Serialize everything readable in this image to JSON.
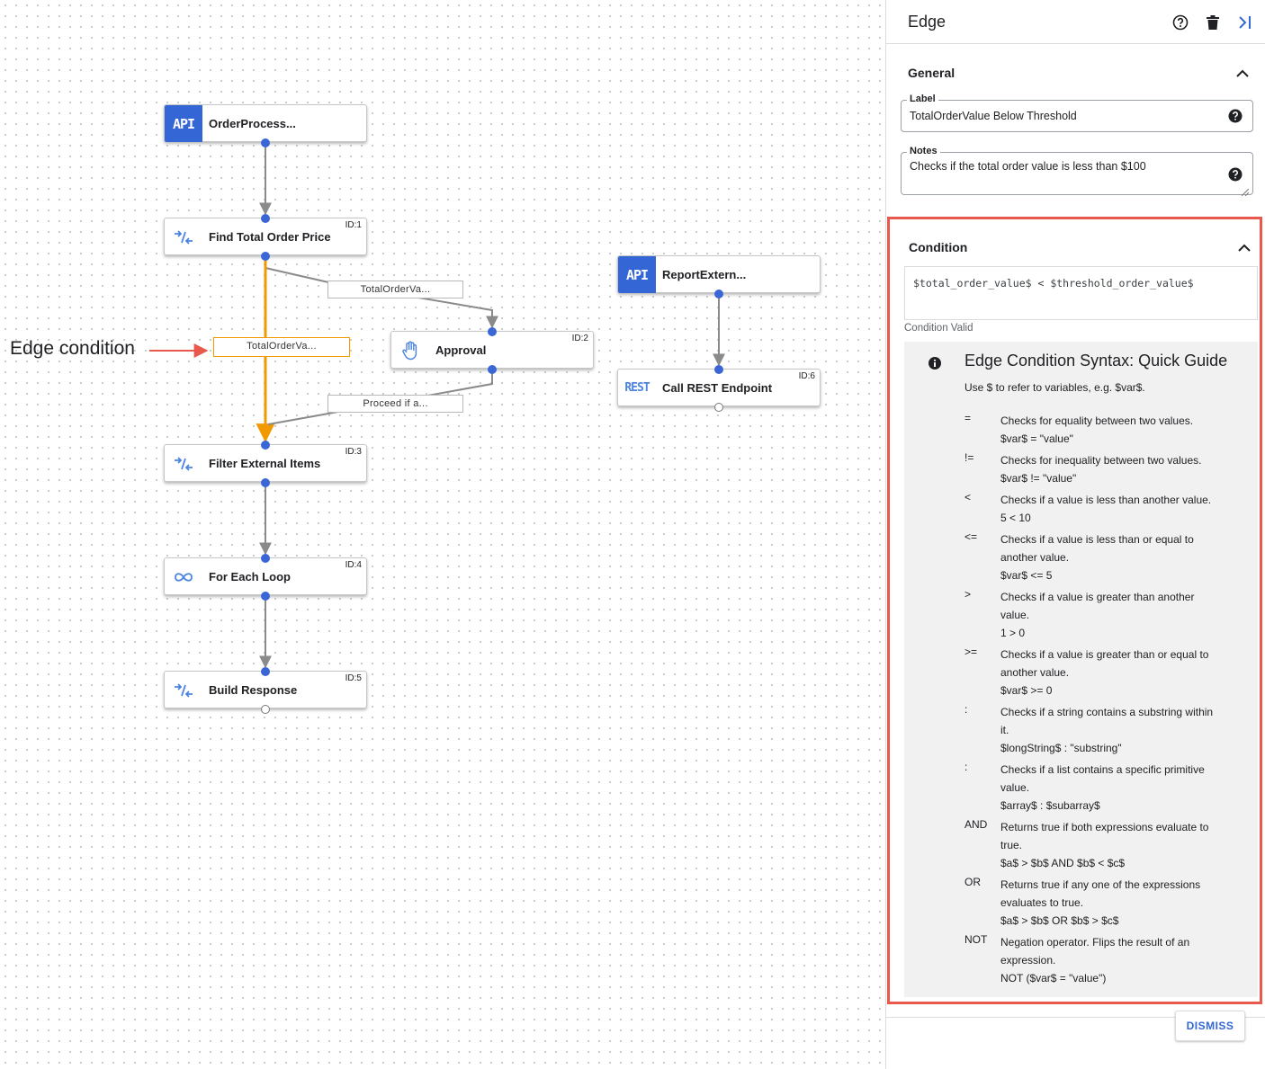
{
  "canvas": {
    "annotation": "Edge condition",
    "nodes": [
      {
        "key": "order",
        "title": "OrderProcess...",
        "id_label": "",
        "icon": "api-icon",
        "icon_text": "API"
      },
      {
        "key": "find",
        "title": "Find Total Order Price",
        "id_label": "ID:1",
        "icon": "data-mapping-icon"
      },
      {
        "key": "approval",
        "title": "Approval",
        "id_label": "ID:2",
        "icon": "hand-icon"
      },
      {
        "key": "filter",
        "title": "Filter External Items",
        "id_label": "ID:3",
        "icon": "data-mapping-icon"
      },
      {
        "key": "loop",
        "title": "For Each Loop",
        "id_label": "ID:4",
        "icon": "loop-icon"
      },
      {
        "key": "build",
        "title": "Build Response",
        "id_label": "ID:5",
        "icon": "data-mapping-icon"
      },
      {
        "key": "report",
        "title": "ReportExtern...",
        "id_label": "",
        "icon": "api-icon",
        "icon_text": "API"
      },
      {
        "key": "rest",
        "title": "Call REST Endpoint",
        "id_label": "ID:6",
        "icon": "rest-icon",
        "icon_text": "REST"
      }
    ],
    "edge_labels": [
      {
        "key": "find-approval",
        "text": "TotalOrderVa..."
      },
      {
        "key": "find-filter",
        "text": "TotalOrderVa...",
        "selected": true
      },
      {
        "key": "approval-filter",
        "text": "Proceed if a..."
      }
    ],
    "colors": {
      "selected_edge": "#f29900",
      "edge": "#8a8a8a",
      "port": "#3a66d6",
      "api_tile": "#3466d6",
      "annotation_arrow": "#e8584d"
    }
  },
  "panel": {
    "title": "Edge",
    "header_icons": [
      "help-icon",
      "delete-icon",
      "collapse-panel-icon"
    ],
    "general": {
      "title": "General",
      "label_field": {
        "label": "Label",
        "value": "TotalOrderValue Below Threshold"
      },
      "notes_field": {
        "label": "Notes",
        "value": "Checks if the total order value is less than $100"
      }
    },
    "condition": {
      "title": "Condition",
      "expression": "$total_order_value$ < $threshold_order_value$",
      "status": "Condition Valid",
      "guide": {
        "title": "Edge Condition Syntax: Quick Guide",
        "intro": "Use $ to refer to variables, e.g. $var$.",
        "operators": [
          {
            "op": "=",
            "lines": [
              "Checks for equality between two values.",
              "$var$ = \"value\""
            ]
          },
          {
            "op": "!=",
            "lines": [
              "Checks for inequality between two values.",
              "$var$ != \"value\""
            ]
          },
          {
            "op": "<",
            "lines": [
              "Checks if a value is less than another value.",
              "5 < 10"
            ]
          },
          {
            "op": "<=",
            "lines": [
              "Checks if a value is less than or equal to",
              "another value.",
              "$var$ <= 5"
            ]
          },
          {
            "op": ">",
            "lines": [
              "Checks if a value is greater than another",
              "value.",
              "1 > 0"
            ]
          },
          {
            "op": ">=",
            "lines": [
              "Checks if a value is greater than or equal to",
              "another value.",
              "$var$ >= 0"
            ]
          },
          {
            "op": ":",
            "lines": [
              "Checks if a string contains a substring within",
              "it.",
              "$longString$ : \"substring\""
            ]
          },
          {
            "op": ":",
            "lines": [
              "Checks if a list contains a specific primitive",
              "value.",
              "$array$ : $subarray$"
            ]
          },
          {
            "op": "AND",
            "lines": [
              "Returns true if both expressions evaluate to",
              "true.",
              "$a$ > $b$ AND $b$ < $c$"
            ]
          },
          {
            "op": "OR",
            "lines": [
              "Returns true if any one of the expressions",
              "evaluates to true.",
              "$a$ > $b$ OR $b$ > $c$"
            ]
          },
          {
            "op": "NOT",
            "lines": [
              "Negation operator. Flips the result of an",
              "expression.",
              "NOT ($var$ = \"value\")"
            ]
          }
        ]
      }
    },
    "dismiss_label": "DISMISS",
    "colors": {
      "highlight_border": "#e8584d",
      "accent": "#3367d6"
    }
  }
}
